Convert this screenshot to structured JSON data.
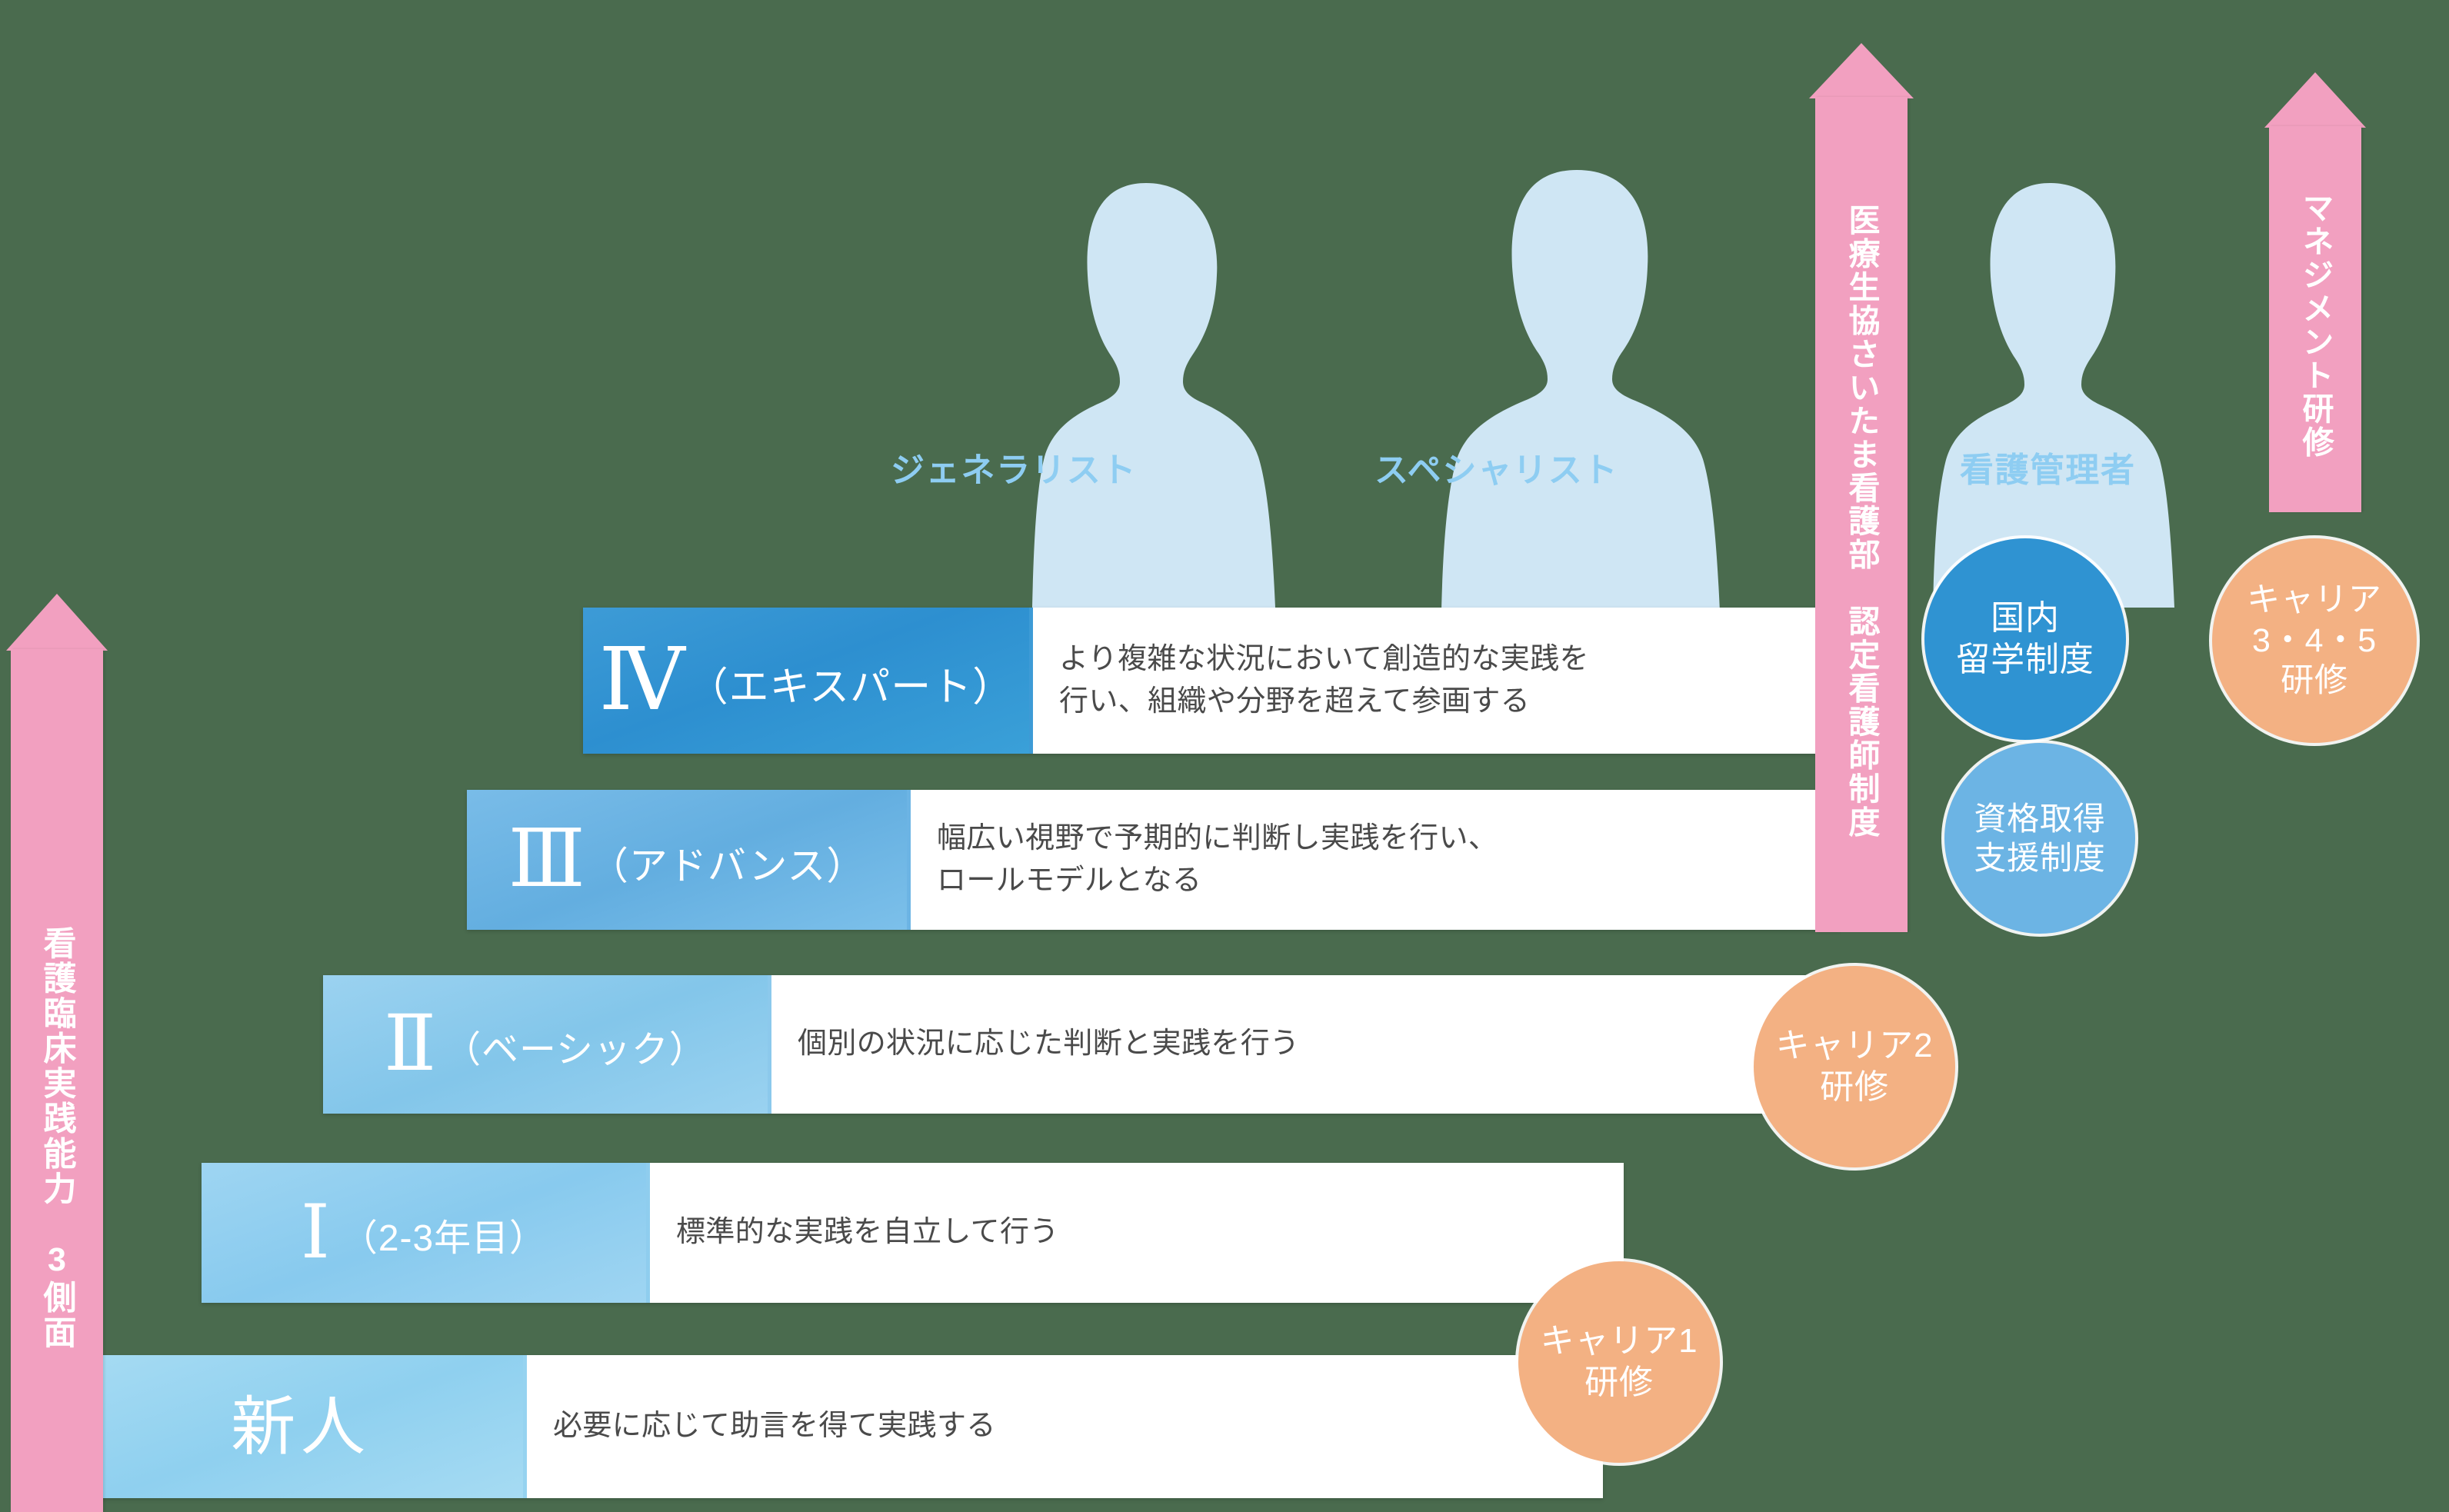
{
  "diagram": {
    "title_axis": "看護臨床実践能力　3側面"
  },
  "left_arrow": {
    "label": "看護臨床実践能力　3側面"
  },
  "vertical_arrows": [
    {
      "id": "certified-nurse",
      "label": "医療生協さいたま看護部　認定看護師制度",
      "color": "#f2a0c0"
    },
    {
      "id": "management-training",
      "label": "マネジメント研修",
      "color": "#f2a0c0"
    }
  ],
  "role_labels": [
    {
      "id": "generalist",
      "label": "ジェネラリスト"
    },
    {
      "id": "specialist",
      "label": "スペシャリスト"
    },
    {
      "id": "nurse-manager",
      "label": "看護管理者"
    }
  ],
  "levels": [
    {
      "id": "level-4",
      "roman": "Ⅳ",
      "sub": "（エキスパート）",
      "description": "より複雑な状況において創造的な実践を\n行い、組織や分野を超えて参画する",
      "description_line1": "より複雑な状況において創造的な実践を",
      "description_line2": "行い、組織や分野を超えて参画する",
      "chip_color": "#2f93d2"
    },
    {
      "id": "level-3",
      "roman": "Ⅲ",
      "sub": "（アドバンス）",
      "description": "幅広い視野で予期的に判断し実践を行い、\nロールモデルとなる",
      "description_line1": "幅広い視野で予期的に判断し実践を行い、",
      "description_line2": "ロールモデルとなる",
      "chip_color": "#6cb4e4"
    },
    {
      "id": "level-2",
      "roman": "Ⅱ",
      "sub": "（ベーシック）",
      "description": "個別の状況に応じた判断と実践を行う",
      "description_line1": "個別の状況に応じた判断と実践を行う",
      "description_line2": "",
      "chip_color": "#8cc9ec"
    },
    {
      "id": "level-1",
      "roman": "Ⅰ",
      "sub": "（2-3年目）",
      "description": "標準的な実践を自立して行う",
      "description_line1": "標準的な実践を自立して行う",
      "description_line2": "",
      "chip_color": "#8fcdee"
    },
    {
      "id": "level-novice",
      "roman": "新人",
      "sub": "",
      "description": "必要に応じて助言を得て実践する",
      "description_line1": "必要に応じて助言を得て実践する",
      "description_line2": "",
      "chip_color": "#96d3f0"
    }
  ],
  "badges": [
    {
      "id": "domestic-study",
      "line1": "国内",
      "line2": "留学制度",
      "line3": "",
      "color": "#2f93d2"
    },
    {
      "id": "qualification-support",
      "line1": "資格取得",
      "line2": "支援制度",
      "line3": "",
      "color": "#6cb4e4"
    },
    {
      "id": "career-345",
      "line1": "キャリア",
      "line2": "3・4・5",
      "line3": "研修",
      "color": "#f3b183"
    },
    {
      "id": "career-2",
      "line1": "キャリア2",
      "line2": "研修",
      "line3": "",
      "color": "#f3b183"
    },
    {
      "id": "career-1",
      "line1": "キャリア1",
      "line2": "研修",
      "line3": "",
      "color": "#f3b183"
    }
  ],
  "colors": {
    "background": "#4a6b4e",
    "pink": "#f2a0c0",
    "card": "#ffffff",
    "text": "#4a4a4a",
    "silhouette": "#cfe6f4",
    "role_text": "#8ecdf2"
  }
}
